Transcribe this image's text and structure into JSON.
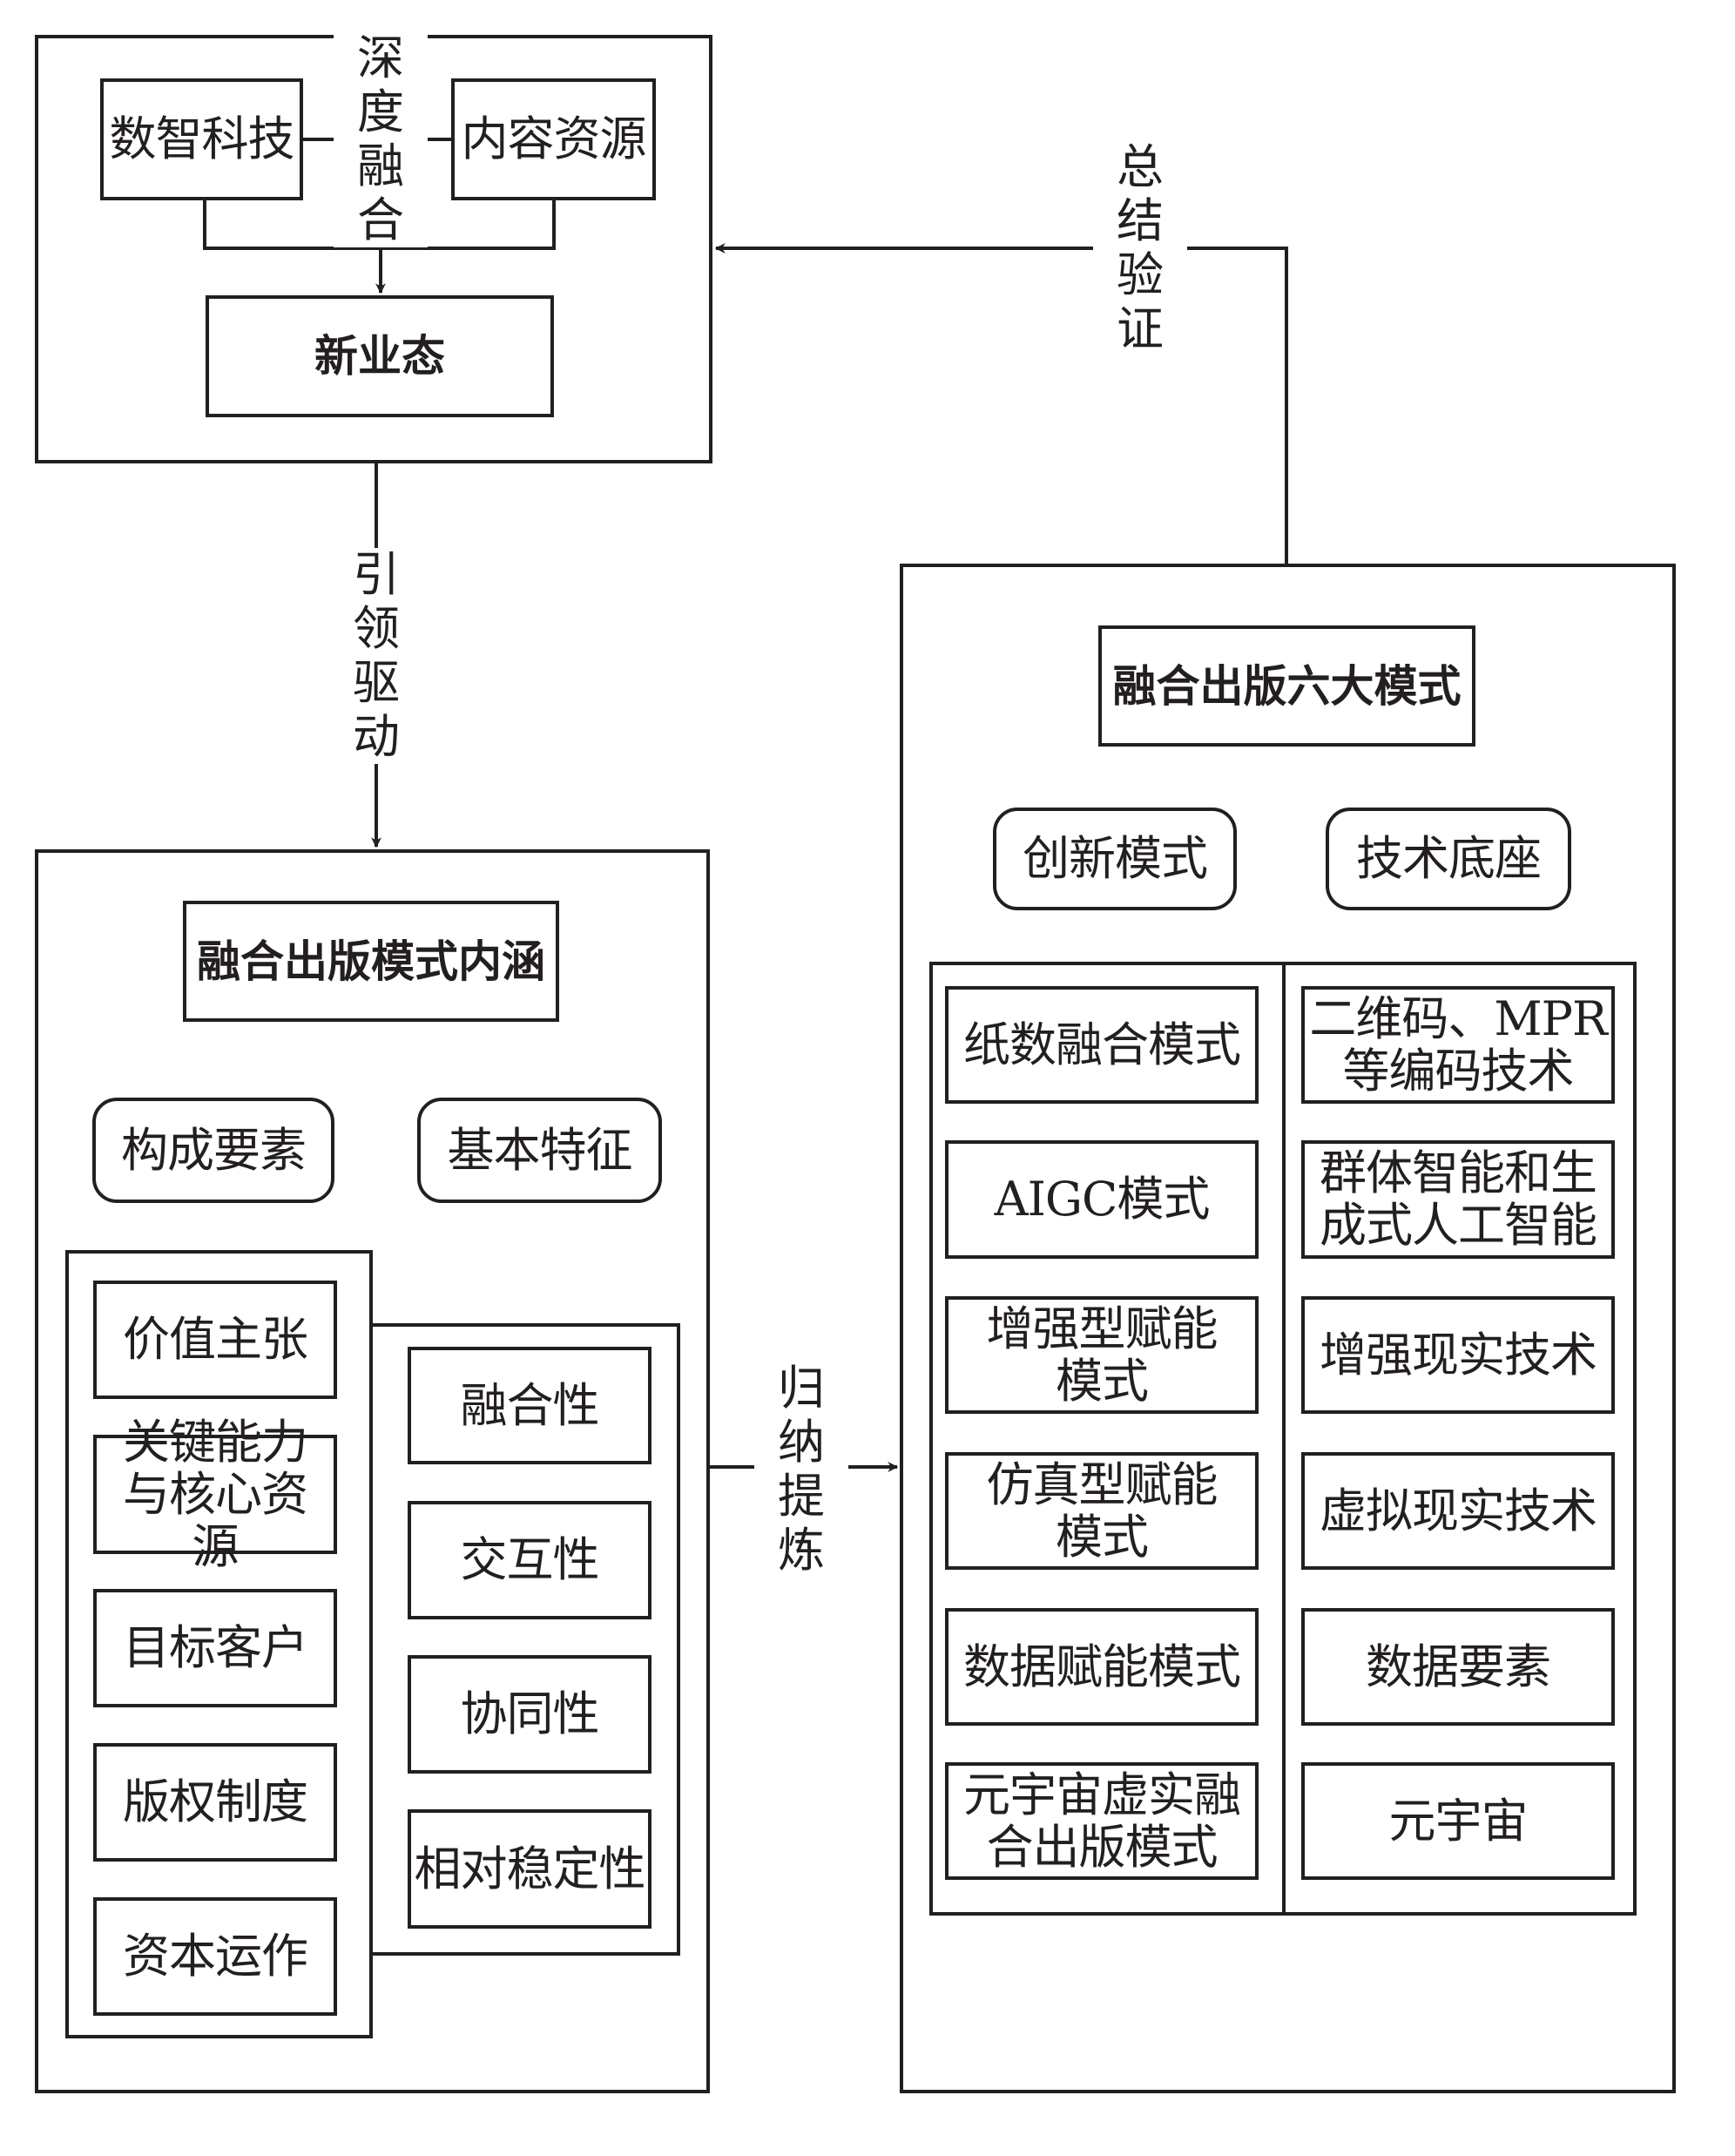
{
  "top_section": {
    "left_box": "数智科技",
    "right_box": "内容资源",
    "link_label": "深度融合",
    "result_box": "新业态"
  },
  "edges": {
    "top_to_left": "引领驱动",
    "left_to_right": "归纳提炼",
    "right_to_top": "总结验证"
  },
  "left_panel": {
    "title": "融合出版模式内涵",
    "group_a_label": "构成要素",
    "group_b_label": "基本特征",
    "elements": [
      "价值主张",
      "关键能力与核心资源",
      "目标客户",
      "版权制度",
      "资本运作"
    ],
    "features": [
      "融合性",
      "交互性",
      "协同性",
      "相对稳定性"
    ]
  },
  "right_panel": {
    "title": "融合出版六大模式",
    "group_a_label": "创新模式",
    "group_b_label": "技术底座",
    "modes": [
      "纸数融合模式",
      "AIGC模式",
      "增强型赋能模式",
      "仿真型赋能模式",
      "数据赋能模式",
      "元宇宙虚实融合出版模式"
    ],
    "technologies": [
      "二维码、MPR等编码技术",
      "群体智能和生成式人工智能",
      "增强现实技术",
      "虚拟现实技术",
      "数据要素",
      "元宇宙"
    ]
  }
}
